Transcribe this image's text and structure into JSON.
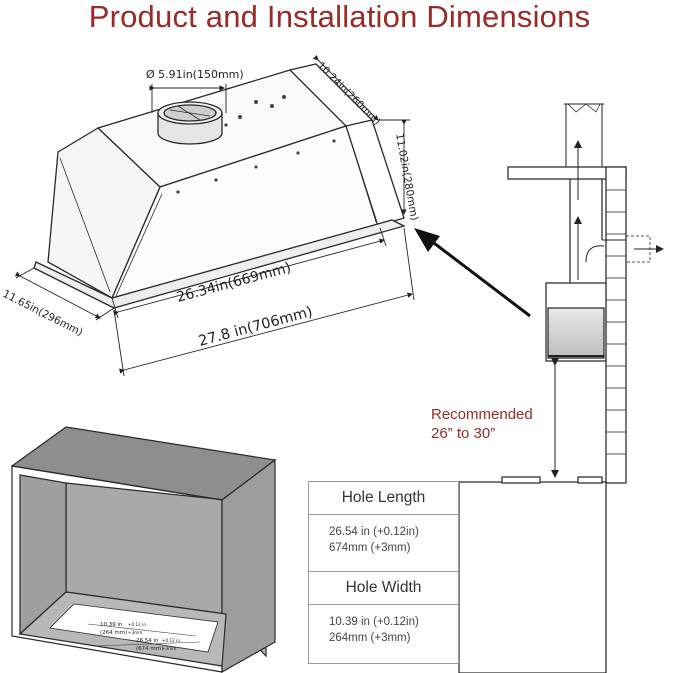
{
  "title": "Product and Installation Dimensions",
  "hood": {
    "duct_diameter": "Ø 5.91in(150mm)",
    "depth_top": "10.24in(260mm)",
    "height": "11.02in(280mm)",
    "body_length": "26.34in(669mm)",
    "flange_length": "27.8 in(706mm)",
    "flange_depth": "11.65in(296mm)"
  },
  "recommended": {
    "line1": "Recommended",
    "line2": "26” to 30”"
  },
  "cabinet_labels": {
    "width_a": "10.39 in",
    "width_a_tol": "+0.12 in",
    "width_b": "(264 mm)",
    "width_b_tol": "+3mm",
    "length_a": "26.54 in",
    "length_a_tol": "+0.12 in",
    "length_b": "(674 mm)",
    "length_b_tol": "+3mm"
  },
  "table": {
    "hole_length_header": "Hole Length",
    "hole_length_in": "26.54 in (+0.12in)",
    "hole_length_mm": "674mm (+3mm)",
    "hole_width_header": "Hole Width",
    "hole_width_in": "10.39 in (+0.12in)",
    "hole_width_mm": "264mm (+3mm)"
  }
}
